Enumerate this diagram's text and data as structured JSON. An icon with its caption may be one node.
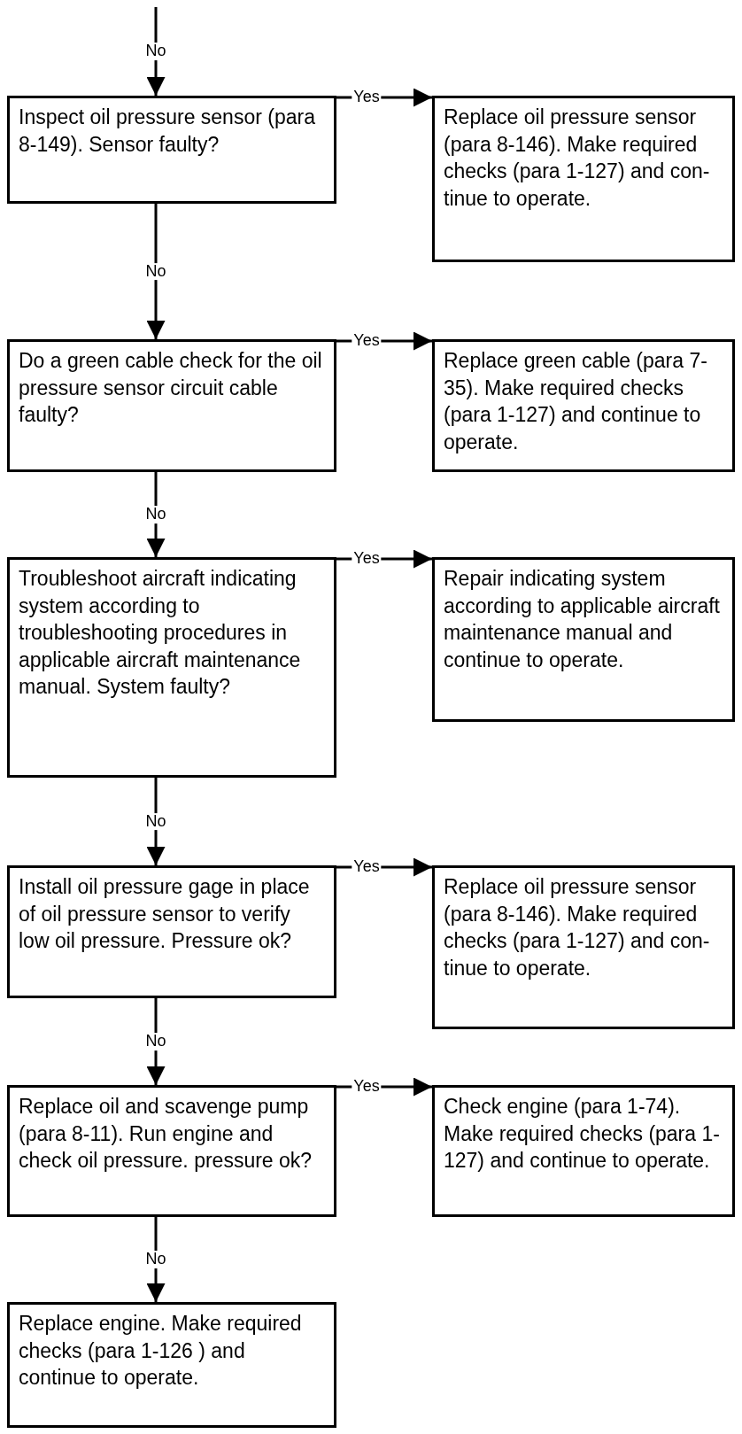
{
  "diagram": {
    "nodes": [
      {
        "text": [
          "Inspect oil pressure sensor (para 8-149). Sensor faulty?"
        ]
      },
      {
        "text": [
          "Replace oil pressure sensor (para 8-146). Make required checks (para 1-127) and con- tinue to operate."
        ]
      },
      {
        "text": [
          "Do a green cable check for the oil pressure sensor circuit cable faulty?"
        ]
      },
      {
        "text": [
          "Replace green cable (para 7-35). Make required checks (para 1-127) and continue to operate."
        ]
      },
      {
        "text": [
          "Troubleshoot aircraft indicating system according to troubleshooting procedures in applicable aircraft maintenance manual. System faulty?"
        ]
      },
      {
        "text": [
          "Repair indicating system according to applicable aircraft maintenance manual and continue to operate."
        ]
      },
      {
        "text": [
          "Install oil pressure gage in place of oil pressure sensor to verify low oil pressure. Pressure ok?"
        ]
      },
      {
        "text": [
          "Replace oil pressure sensor (para 8-146). Make required checks (para 1-127) and con- tinue to operate."
        ]
      },
      {
        "text": [
          "Replace oil and scavenge pump (para 8-11). Run engine and check oil pressure. pressure ok?"
        ]
      },
      {
        "text": [
          "Check engine (para 1-74). Make required checks (para 1-127) and continue to operate."
        ]
      },
      {
        "text": [
          "Replace engine. Make required checks (para 1-126 ) and continue to operate."
        ]
      }
    ],
    "edges": [
      {
        "from": null,
        "to": 0,
        "arrow": "to",
        "label": "No"
      },
      {
        "from": 0,
        "to": 1,
        "arrow": "to",
        "label": "Yes"
      },
      {
        "from": 0,
        "to": 2,
        "arrow": "to",
        "label": "No"
      },
      {
        "from": 2,
        "to": 3,
        "arrow": "to",
        "label": "Yes"
      },
      {
        "from": 2,
        "to": 4,
        "arrow": "to",
        "label": "No"
      },
      {
        "from": 4,
        "to": 5,
        "arrow": "to",
        "label": "Yes"
      },
      {
        "from": 4,
        "to": 6,
        "arrow": "to",
        "label": "No"
      },
      {
        "from": 6,
        "to": 7,
        "arrow": "to",
        "label": "Yes"
      },
      {
        "from": 6,
        "to": 8,
        "arrow": "to",
        "label": "No"
      },
      {
        "from": 8,
        "to": 9,
        "arrow": "to",
        "label": "Yes"
      },
      {
        "from": 8,
        "to": 10,
        "arrow": "to",
        "label": "No"
      }
    ]
  }
}
